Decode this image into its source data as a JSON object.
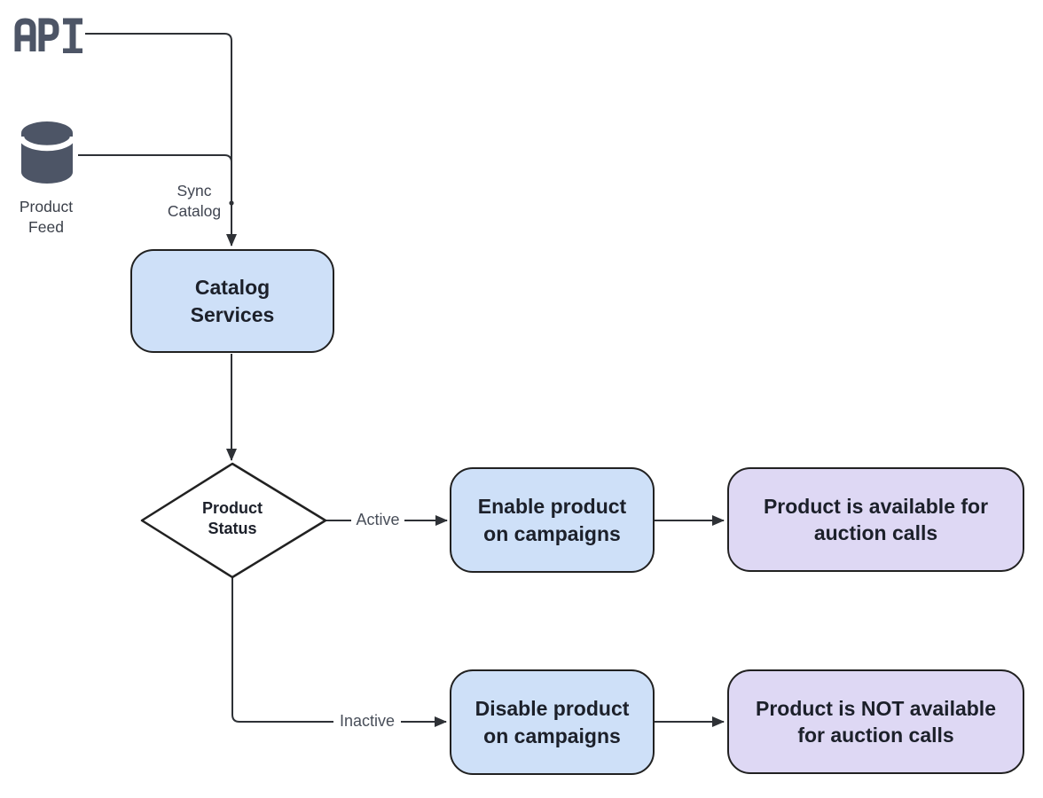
{
  "diagram": {
    "title_semantic": "Product catalog sync flowchart",
    "colors": {
      "node_blue_fill": "#cee0f8",
      "node_purple_fill": "#ded8f4",
      "node_border": "#212121",
      "edge_line": "#2e3136",
      "icon_slate": "#4d5566",
      "edge_label_gray": "#484e59",
      "node_text": "#1c202a",
      "background": "#ffffff"
    },
    "sources": {
      "api_label": "API",
      "product_feed_label": "Product Feed"
    },
    "nodes": {
      "catalog_services": {
        "label": "Catalog Services",
        "shape": "rounded-rect",
        "fill": "blue"
      },
      "product_status": {
        "label": "Product Status",
        "shape": "diamond",
        "fill": "white"
      },
      "enable_product": {
        "label": "Enable product on campaigns",
        "shape": "rounded-rect",
        "fill": "blue"
      },
      "product_available": {
        "label": "Product is available for auction calls",
        "shape": "rounded-rect",
        "fill": "purple"
      },
      "disable_product": {
        "label": "Disable product on campaigns",
        "shape": "rounded-rect",
        "fill": "blue"
      },
      "product_not_available": {
        "label": "Product is NOT available for auction calls",
        "shape": "rounded-rect",
        "fill": "purple"
      }
    },
    "edge_labels": {
      "sync_catalog": "Sync Catalog",
      "active": "Active",
      "inactive": "Inactive"
    }
  }
}
